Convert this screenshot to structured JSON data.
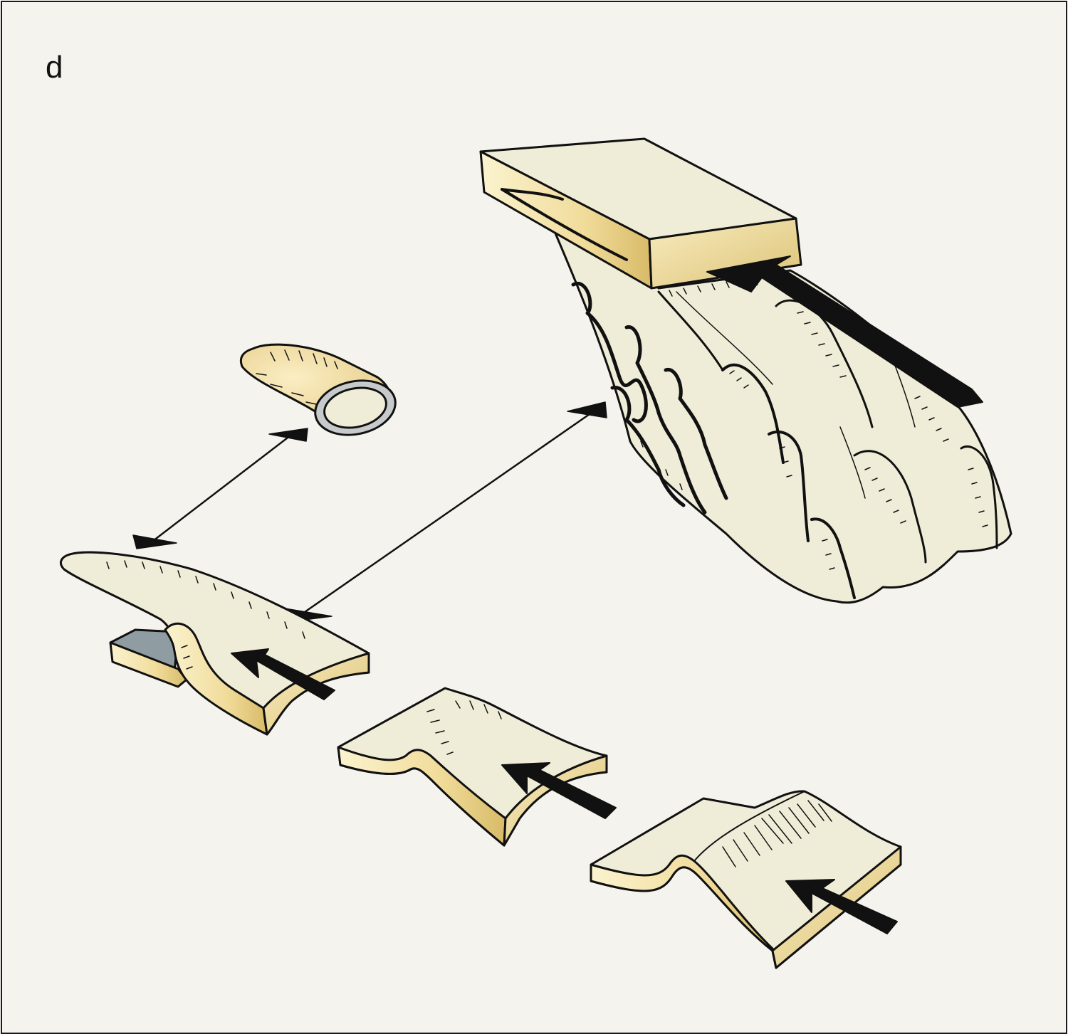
{
  "panel": {
    "label": "d"
  },
  "colors": {
    "background": "#f4f3ee",
    "layer_top": "#efedd8",
    "layer_side": "#f2e0a6",
    "layer_side_dark": "#d9bd6a",
    "core_gray": "#8f9da2",
    "sheath_gray": "#c7cacb",
    "ink": "#111111"
  },
  "icons": {
    "arrow": "solid-black-arrow",
    "double_arrow": "thin-double-headed-arrow"
  }
}
